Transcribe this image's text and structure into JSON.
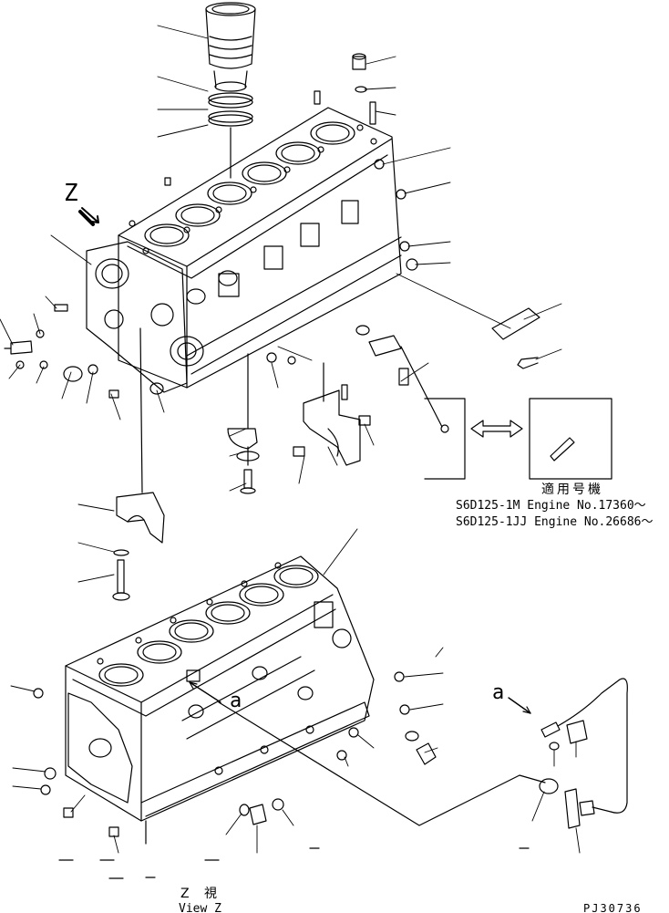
{
  "view": {
    "label": "Z",
    "arrow_letter": "a",
    "callout_letter": "a",
    "caption_jp": "Z 視",
    "caption_en": "View Z"
  },
  "applicability": {
    "heading_jp": "適用号機",
    "line1": "S6D125-1M Engine No.17360～",
    "line2": "S6D125-1JJ Engine No.26686～"
  },
  "drawing_number": "PJ30736"
}
